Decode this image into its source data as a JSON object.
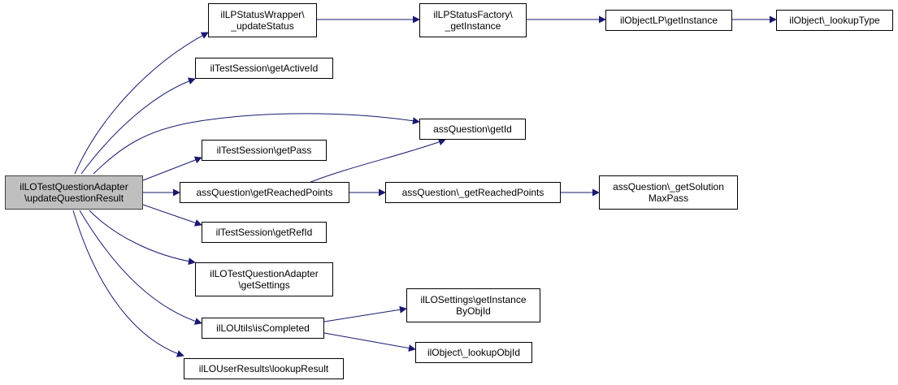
{
  "colors": {
    "edge": "#191970",
    "root_fill": "#bfbfbf",
    "node_border": "#000000"
  },
  "nodes": {
    "root": [
      "ilLOTestQuestionAdapter",
      "\\updateQuestionResult"
    ],
    "lp_status_wrapper": [
      "ilLPStatusWrapper\\",
      "_updateStatus"
    ],
    "lp_status_factory": [
      "ilLPStatusFactory\\",
      "_getInstance"
    ],
    "object_lp": [
      "ilObjectLP\\getInstance"
    ],
    "object_lookup_type": [
      "ilObject\\_lookupType"
    ],
    "test_session_active_id": [
      "ilTestSession\\getActiveId"
    ],
    "ass_question_get_id": [
      "assQuestion\\getId"
    ],
    "test_session_pass": [
      "ilTestSession\\getPass"
    ],
    "ass_question_reached_points": [
      "assQuestion\\getReachedPoints"
    ],
    "ass_question_static_reached_points": [
      "assQuestion\\_getReachedPoints"
    ],
    "ass_question_solution_max_pass": [
      "assQuestion\\_getSolution",
      "MaxPass"
    ],
    "test_session_ref_id": [
      "ilTestSession\\getRefId"
    ],
    "lo_adapter_settings": [
      "ilLOTestQuestionAdapter",
      "\\getSettings"
    ],
    "lo_settings_instance": [
      "ilLOSettings\\getInstance",
      "ByObjId"
    ],
    "lo_utils_completed": [
      "ilLOUtils\\isCompleted"
    ],
    "object_lookup_obj_id": [
      "ilObject\\_lookupObjId"
    ],
    "lo_user_results": [
      "ilLOUserResults\\lookupResult"
    ]
  }
}
